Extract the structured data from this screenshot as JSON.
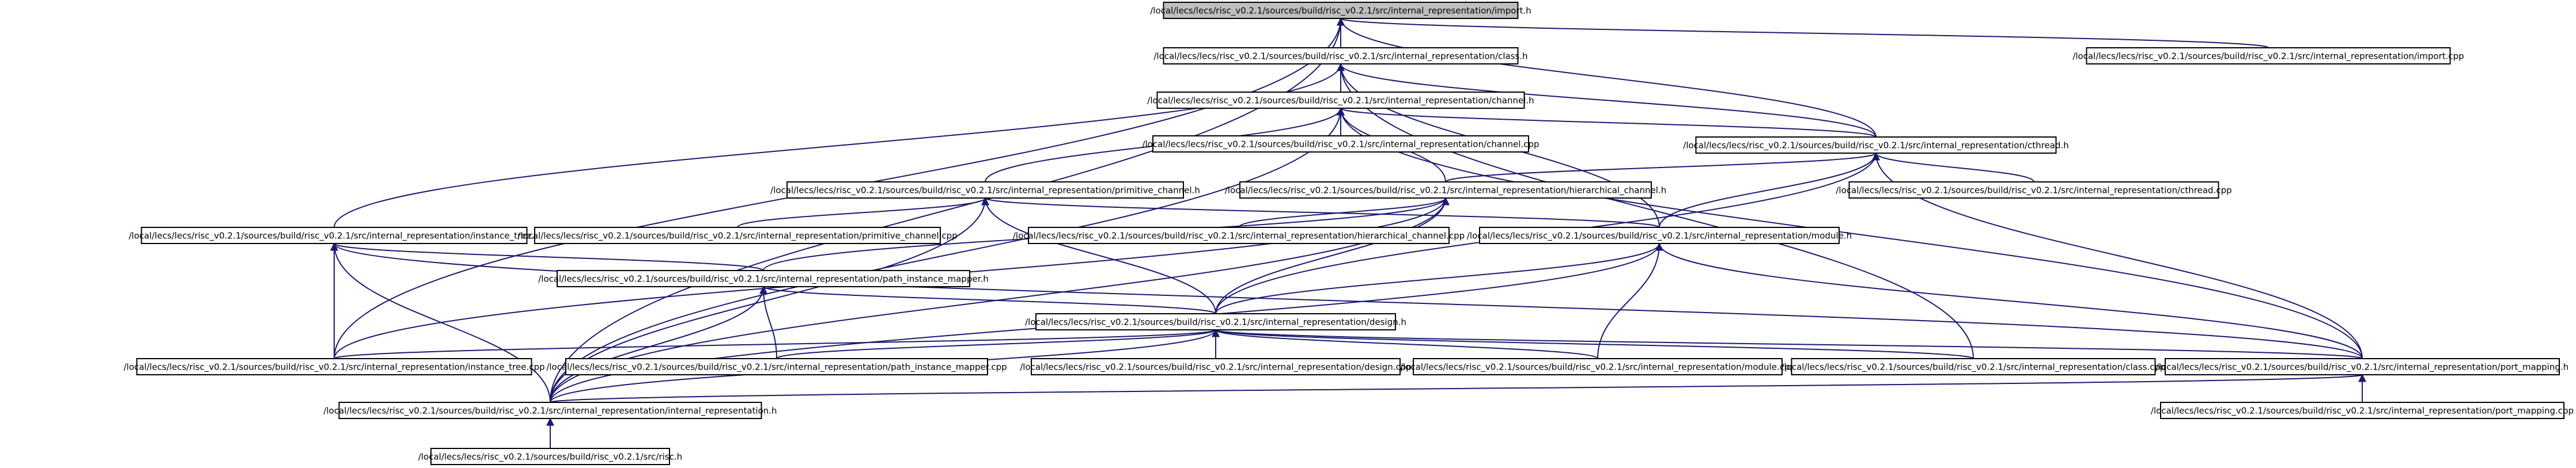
{
  "colors": {
    "edge": "#191970",
    "node_border": "#000000",
    "node_fill": "#ffffff",
    "root_fill": "#bfbfbf"
  },
  "nodes": [
    {
      "id": "import_h",
      "label": "/local/lecs/lecs/risc_v0.2.1/sources/build/risc_v0.2.1/src/internal_representation/import.h",
      "root": true
    },
    {
      "id": "class_h",
      "label": "/local/lecs/lecs/risc_v0.2.1/sources/build/risc_v0.2.1/src/internal_representation/class.h"
    },
    {
      "id": "import_cpp",
      "label": "/local/lecs/lecs/risc_v0.2.1/sources/build/risc_v0.2.1/src/internal_representation/import.cpp"
    },
    {
      "id": "channel_h",
      "label": "/local/lecs/lecs/risc_v0.2.1/sources/build/risc_v0.2.1/src/internal_representation/channel.h"
    },
    {
      "id": "channel_cpp",
      "label": "/local/lecs/lecs/risc_v0.2.1/sources/build/risc_v0.2.1/src/internal_representation/channel.cpp"
    },
    {
      "id": "cthread_h",
      "label": "/local/lecs/lecs/risc_v0.2.1/sources/build/risc_v0.2.1/src/internal_representation/cthread.h"
    },
    {
      "id": "primitive_channel_h",
      "label": "/local/lecs/lecs/risc_v0.2.1/sources/build/risc_v0.2.1/src/internal_representation/primitive_channel.h"
    },
    {
      "id": "hierarchical_channel_h",
      "label": "/local/lecs/lecs/risc_v0.2.1/sources/build/risc_v0.2.1/src/internal_representation/hierarchical_channel.h"
    },
    {
      "id": "cthread_cpp",
      "label": "/local/lecs/lecs/risc_v0.2.1/sources/build/risc_v0.2.1/src/internal_representation/cthread.cpp"
    },
    {
      "id": "instance_tree_h",
      "label": "/local/lecs/lecs/risc_v0.2.1/sources/build/risc_v0.2.1/src/internal_representation/instance_tree.h"
    },
    {
      "id": "primitive_channel_cpp",
      "label": "/local/lecs/lecs/risc_v0.2.1/sources/build/risc_v0.2.1/src/internal_representation/primitive_channel.cpp"
    },
    {
      "id": "hierarchical_channel_cpp",
      "label": "/local/lecs/lecs/risc_v0.2.1/sources/build/risc_v0.2.1/src/internal_representation/hierarchical_channel.cpp"
    },
    {
      "id": "module_h",
      "label": "/local/lecs/lecs/risc_v0.2.1/sources/build/risc_v0.2.1/src/internal_representation/module.h"
    },
    {
      "id": "path_instance_mapper_h",
      "label": "/local/lecs/lecs/risc_v0.2.1/sources/build/risc_v0.2.1/src/internal_representation/path_instance_mapper.h"
    },
    {
      "id": "design_h",
      "label": "/local/lecs/lecs/risc_v0.2.1/sources/build/risc_v0.2.1/src/internal_representation/design.h"
    },
    {
      "id": "instance_tree_cpp",
      "label": "/local/lecs/lecs/risc_v0.2.1/sources/build/risc_v0.2.1/src/internal_representation/instance_tree.cpp"
    },
    {
      "id": "path_instance_mapper_cpp",
      "label": "/local/lecs/lecs/risc_v0.2.1/sources/build/risc_v0.2.1/src/internal_representation/path_instance_mapper.cpp"
    },
    {
      "id": "design_cpp",
      "label": "/local/lecs/lecs/risc_v0.2.1/sources/build/risc_v0.2.1/src/internal_representation/design.cpp"
    },
    {
      "id": "module_cpp",
      "label": "/local/lecs/lecs/risc_v0.2.1/sources/build/risc_v0.2.1/src/internal_representation/module.cpp"
    },
    {
      "id": "class_cpp",
      "label": "/local/lecs/lecs/risc_v0.2.1/sources/build/risc_v0.2.1/src/internal_representation/class.cpp"
    },
    {
      "id": "port_mapping_h",
      "label": "/local/lecs/lecs/risc_v0.2.1/sources/build/risc_v0.2.1/src/internal_representation/port_mapping.h"
    },
    {
      "id": "internal_representation_h",
      "label": "/local/lecs/lecs/risc_v0.2.1/sources/build/risc_v0.2.1/src/internal_representation/internal_representation.h"
    },
    {
      "id": "port_mapping_cpp",
      "label": "/local/lecs/lecs/risc_v0.2.1/sources/build/risc_v0.2.1/src/internal_representation/port_mapping.cpp"
    },
    {
      "id": "risc_h",
      "label": "/local/lecs/lecs/risc_v0.2.1/sources/build/risc_v0.2.1/src/risc.h"
    }
  ],
  "edges": [
    [
      "class_h",
      "import_h"
    ],
    [
      "import_cpp",
      "import_h"
    ],
    [
      "channel_h",
      "class_h"
    ],
    [
      "cthread_h",
      "class_h"
    ],
    [
      "instance_tree_h",
      "class_h"
    ],
    [
      "module_h",
      "class_h"
    ],
    [
      "class_cpp",
      "class_h"
    ],
    [
      "channel_cpp",
      "channel_h"
    ],
    [
      "cthread_h",
      "channel_h"
    ],
    [
      "primitive_channel_h",
      "channel_h"
    ],
    [
      "hierarchical_channel_h",
      "channel_h"
    ],
    [
      "internal_representation_h",
      "channel_h"
    ],
    [
      "port_mapping_h",
      "channel_h"
    ],
    [
      "cthread_cpp",
      "cthread_h"
    ],
    [
      "hierarchical_channel_h",
      "cthread_h"
    ],
    [
      "module_h",
      "cthread_h"
    ],
    [
      "design_h",
      "cthread_h"
    ],
    [
      "port_mapping_h",
      "cthread_h"
    ],
    [
      "primitive_channel_cpp",
      "primitive_channel_h"
    ],
    [
      "design_h",
      "primitive_channel_h"
    ],
    [
      "internal_representation_h",
      "primitive_channel_h"
    ],
    [
      "module_h",
      "primitive_channel_h"
    ],
    [
      "hierarchical_channel_cpp",
      "hierarchical_channel_h"
    ],
    [
      "instance_tree_cpp",
      "hierarchical_channel_h"
    ],
    [
      "path_instance_mapper_h",
      "hierarchical_channel_h"
    ],
    [
      "design_h",
      "hierarchical_channel_h"
    ],
    [
      "internal_representation_h",
      "hierarchical_channel_h"
    ],
    [
      "path_instance_mapper_h",
      "instance_tree_h"
    ],
    [
      "instance_tree_cpp",
      "instance_tree_h"
    ],
    [
      "internal_representation_h",
      "instance_tree_h"
    ],
    [
      "port_mapping_h",
      "instance_tree_h"
    ],
    [
      "design_h",
      "module_h"
    ],
    [
      "module_cpp",
      "module_h"
    ],
    [
      "port_mapping_h",
      "module_h"
    ],
    [
      "internal_representation_h",
      "module_h"
    ],
    [
      "path_instance_mapper_cpp",
      "path_instance_mapper_h"
    ],
    [
      "internal_representation_h",
      "path_instance_mapper_h"
    ],
    [
      "design_h",
      "path_instance_mapper_h"
    ],
    [
      "instance_tree_cpp",
      "design_h"
    ],
    [
      "path_instance_mapper_cpp",
      "design_h"
    ],
    [
      "design_cpp",
      "design_h"
    ],
    [
      "module_cpp",
      "design_h"
    ],
    [
      "class_cpp",
      "design_h"
    ],
    [
      "port_mapping_h",
      "design_h"
    ],
    [
      "internal_representation_h",
      "design_h"
    ],
    [
      "port_mapping_cpp",
      "port_mapping_h"
    ],
    [
      "internal_representation_h",
      "port_mapping_h"
    ],
    [
      "risc_h",
      "internal_representation_h"
    ],
    [
      "internal_representation_h",
      "import_h"
    ],
    [
      "instance_tree_cpp",
      "import_h"
    ],
    [
      "cthread_h",
      "import_h"
    ]
  ]
}
